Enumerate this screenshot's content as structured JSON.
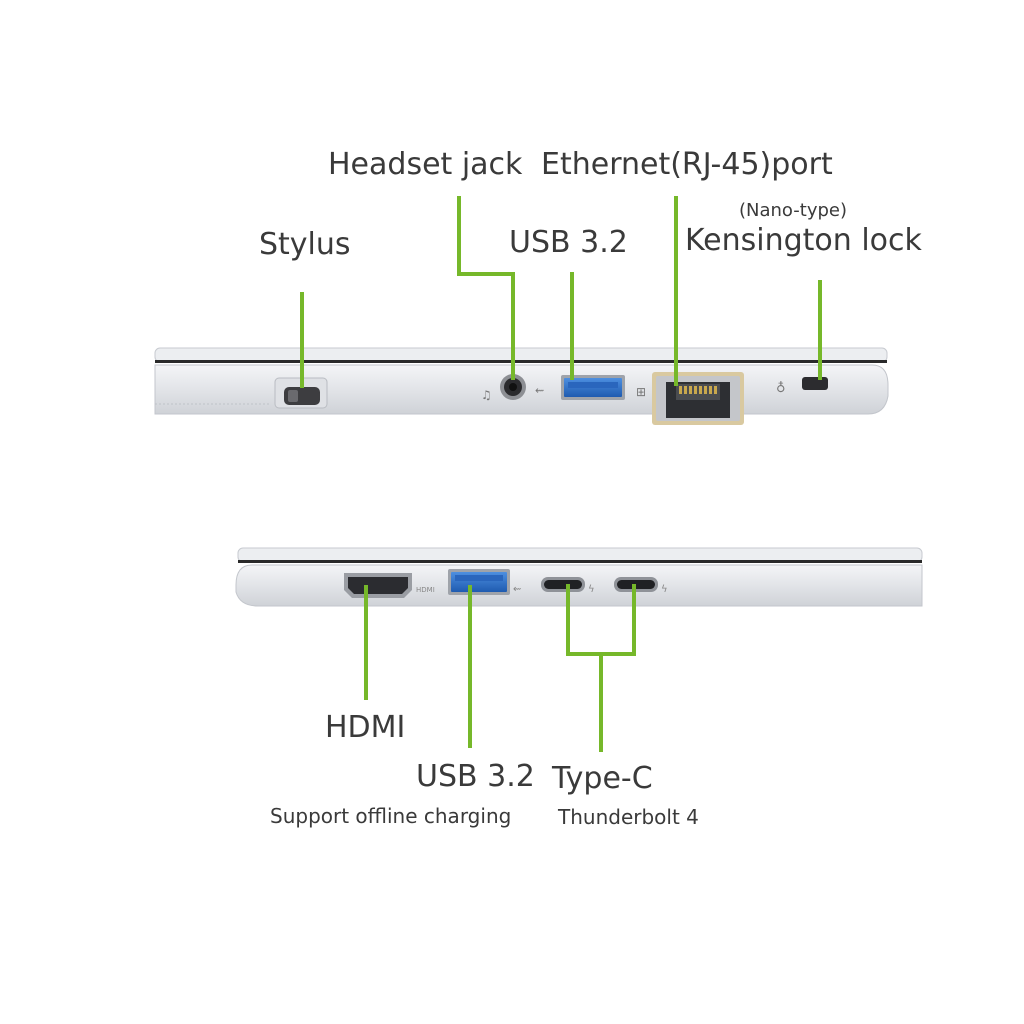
{
  "top_side": {
    "labels": {
      "stylus": "Stylus",
      "headset_jack": "Headset jack",
      "usb": "USB 3.2",
      "ethernet": "Ethernet(RJ-45)port",
      "kensington_note": "(Nano-type)",
      "kensington": "Kensington lock"
    }
  },
  "bottom_side": {
    "labels": {
      "hdmi": "HDMI",
      "usb": "USB 3.2",
      "usb_note": "Support offline charging",
      "typec": "Type-C",
      "typec_note": "Thunderbolt 4"
    }
  },
  "colors": {
    "callout_line": "#76b82a",
    "chassis": "#e6e7ea",
    "usb_port": "#2f74c9"
  }
}
